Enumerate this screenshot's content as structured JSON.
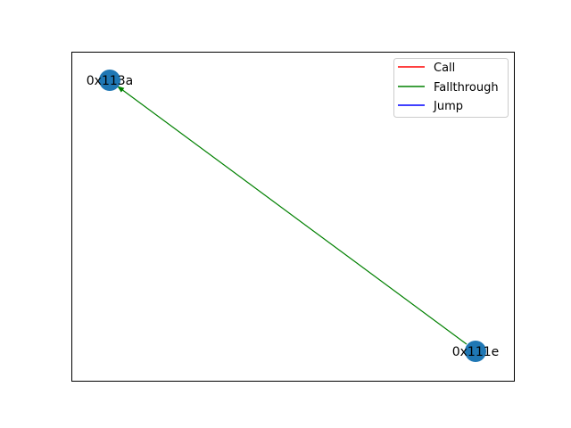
{
  "graph": {
    "nodes": [
      {
        "id": "n1",
        "label": "0x113a",
        "color": "#1f77b4"
      },
      {
        "id": "n2",
        "label": "0x111e",
        "color": "#1f77b4"
      }
    ],
    "edges": [
      {
        "from": "0x111e",
        "to": "0x113a",
        "kind": "Fallthrough",
        "color": "#008000"
      }
    ]
  },
  "legend": {
    "placement": "top-right",
    "items": [
      {
        "label": "Call",
        "color": "#ff0000"
      },
      {
        "label": "Fallthrough",
        "color": "#008000"
      },
      {
        "label": "Jump",
        "color": "#0000ff"
      }
    ]
  }
}
